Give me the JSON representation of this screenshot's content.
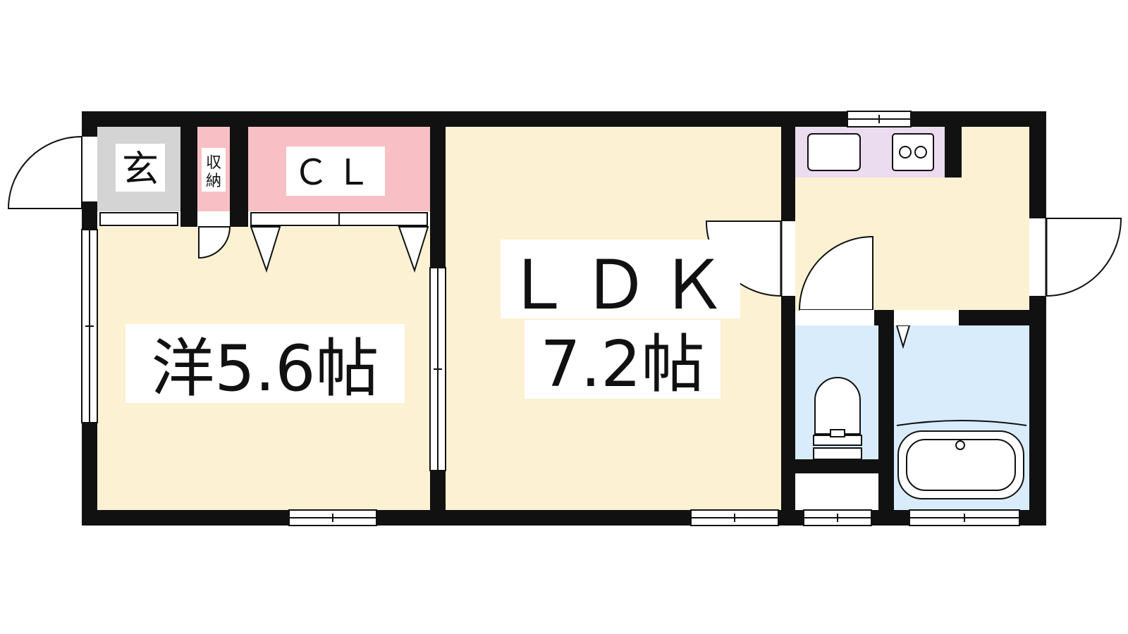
{
  "labels": {
    "entrance": "玄",
    "storage_line1": "収",
    "storage_line2": "納",
    "closet": "ＣＬ",
    "ldk": "ＬＤＫ",
    "ldk_size": "7.2帖",
    "western_room": "洋5.6帖"
  },
  "colors": {
    "wall": "#111111",
    "room_floor": "#fdf1d3",
    "entrance": "#d4d4d4",
    "closet": "#f8c0c4",
    "kitchen_counter": "#ecdcf0",
    "wet_area": "#d9ecfb",
    "background": "#ffffff"
  },
  "icons": [
    "door-swing-icon",
    "window-icon",
    "sink-icon",
    "stove-icon",
    "toilet-icon",
    "bathtub-icon"
  ]
}
